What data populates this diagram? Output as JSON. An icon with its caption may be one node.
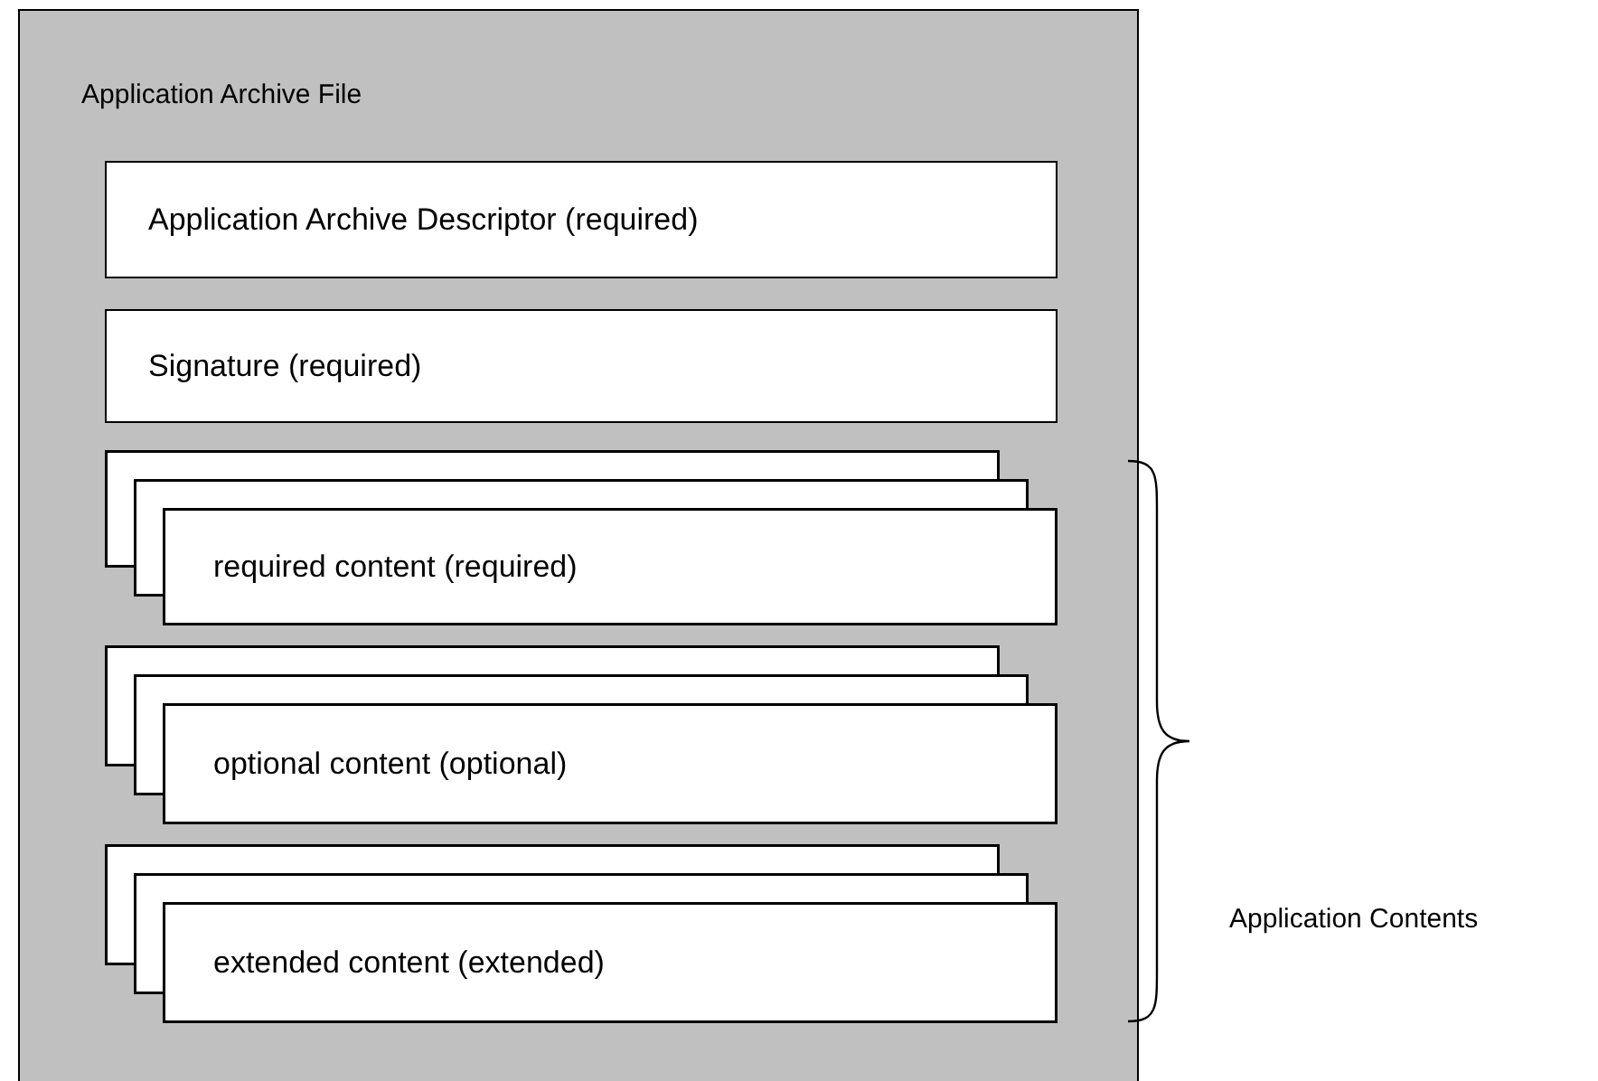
{
  "diagram": {
    "nodes": [
      {
        "text": [
          "Application Archive File"
        ]
      },
      {
        "text": [
          "Application Archive Descriptor (required)"
        ],
        "in": 0
      },
      {
        "text": [
          "Signature (required)"
        ],
        "in": 0
      },
      {
        "text": [
          "required content (required)"
        ],
        "in": 0
      },
      {
        "text": [
          "optional content (optional)"
        ],
        "in": 0
      },
      {
        "text": [
          "extended content (extended)"
        ],
        "in": 0
      }
    ],
    "labels": [
      "Application Contents"
    ]
  }
}
